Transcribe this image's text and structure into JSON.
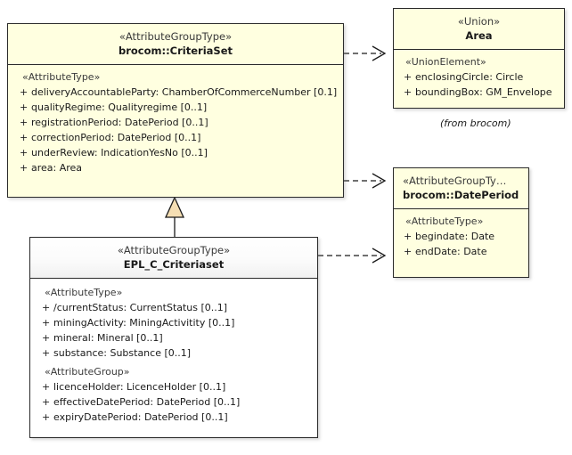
{
  "diagram": {
    "type": "uml-class-diagram",
    "background_color": "#ffffff",
    "class_fill_color": "#ffffe0",
    "subclass_fill_color": "#ffffff",
    "border_color": "#2b2b2b",
    "generalization_arrow_fill": "#f5deb3"
  },
  "classes": {
    "criteria_set": {
      "stereotype": "«AttributeGroupType»",
      "name": "brocom::CriteriaSet",
      "group_label": "«AttributeType»",
      "attributes": [
        {
          "visibility": "+",
          "text": "deliveryAccountableParty: ChamberOfCommerceNumber [0.1]"
        },
        {
          "visibility": "+",
          "text": "qualityRegime: Qualityregime [0..1]"
        },
        {
          "visibility": "+",
          "text": "registrationPeriod: DatePeriod [0..1]"
        },
        {
          "visibility": "+",
          "text": "correctionPeriod: DatePeriod [0..1]"
        },
        {
          "visibility": "+",
          "text": "underReview: IndicationYesNo [0..1]"
        },
        {
          "visibility": "+",
          "text": "area: Area"
        }
      ]
    },
    "area": {
      "stereotype": "«Union»",
      "name": "Area",
      "group_label": "«UnionElement»",
      "attributes": [
        {
          "visibility": "+",
          "text": "enclosingCircle: Circle"
        },
        {
          "visibility": "+",
          "text": "boundingBox: GM_Envelope"
        }
      ],
      "package_note": "(from brocom)"
    },
    "date_period": {
      "stereotype": "«AttributeGroupTy…",
      "name": "brocom::DatePeriod",
      "group_label": "«AttributeType»",
      "attributes": [
        {
          "visibility": "+",
          "text": "begindate: Date"
        },
        {
          "visibility": "+",
          "text": "endDate: Date"
        }
      ]
    },
    "epl_c_criteriaset": {
      "stereotype": "«AttributeGroupType»",
      "name": "EPL_C_Criteriaset",
      "groups": [
        {
          "label": "«AttributeType»",
          "attributes": [
            {
              "visibility": "+",
              "text": "/currentStatus: CurrentStatus [0..1]"
            },
            {
              "visibility": "+",
              "text": "miningActivity: MiningActivitity [0..1]"
            },
            {
              "visibility": "+",
              "text": "mineral: Mineral [0..1]"
            },
            {
              "visibility": "+",
              "text": "substance: Substance [0..1]"
            }
          ]
        },
        {
          "label": "«AttributeGroup»",
          "attributes": [
            {
              "visibility": "+",
              "text": "licenceHolder: LicenceHolder [0..1]"
            },
            {
              "visibility": "+",
              "text": "effectiveDatePeriod: DatePeriod [0..1]"
            },
            {
              "visibility": "+",
              "text": "expiryDatePeriod: DatePeriod [0..1]"
            }
          ]
        }
      ]
    }
  },
  "relationships": [
    {
      "from": "brocom::CriteriaSet",
      "to": "Area",
      "type": "dependency",
      "style": "dashed-open-arrow"
    },
    {
      "from": "brocom::CriteriaSet",
      "to": "brocom::DatePeriod",
      "type": "dependency",
      "style": "dashed-open-arrow"
    },
    {
      "from": "EPL_C_Criteriaset",
      "to": "brocom::DatePeriod",
      "type": "dependency",
      "style": "dashed-open-arrow"
    },
    {
      "from": "EPL_C_Criteriaset",
      "to": "brocom::CriteriaSet",
      "type": "generalization",
      "style": "solid-hollow-triangle"
    }
  ]
}
